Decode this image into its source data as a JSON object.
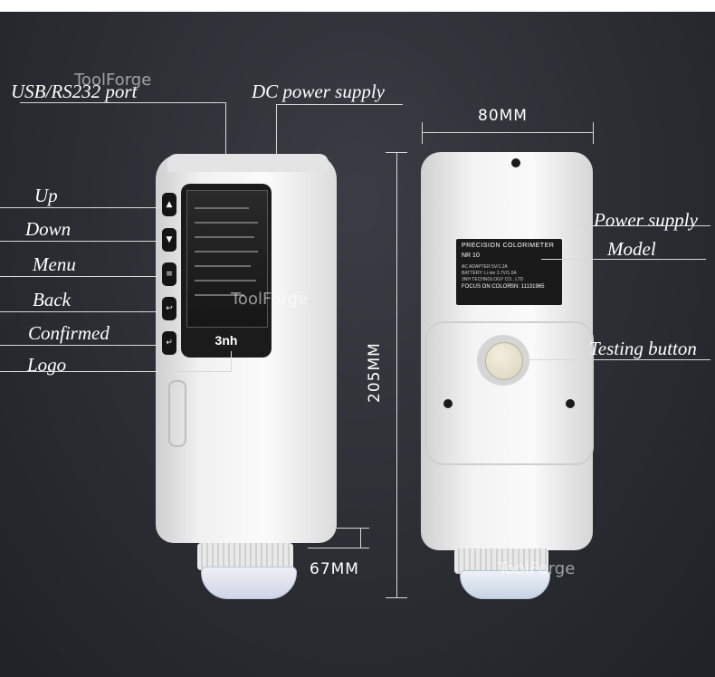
{
  "labels": {
    "usb_port": "USB/RS232 port",
    "dc_power": "DC power supply",
    "up": "Up",
    "down": "Down",
    "menu": "Menu",
    "back": "Back",
    "confirmed": "Confirmed",
    "logo": "Logo",
    "power_supply": "Power supply",
    "model": "Model",
    "testing_button": "Testing button"
  },
  "dimensions": {
    "width": "80MM",
    "height": "205MM",
    "base": "67MM"
  },
  "watermark": "ToolForge",
  "device": {
    "brand": "3nh",
    "plate_title": "PRECISION COLORIMETER",
    "plate_model": "NR 10",
    "plate_line1": "AC ADAPTER 5V/1.2A",
    "plate_line2": "BATTERY: Li-ion 3.7V/1.0A",
    "plate_line3": "3NH TECHNOLOGY CO., LTD",
    "plate_focus": "FOCUS ON COLOR",
    "plate_sn": "SN: 11131965"
  },
  "colors": {
    "background": "#2a2d32",
    "device_white": "#f3f3f3",
    "screen": "#1b1b1b"
  }
}
